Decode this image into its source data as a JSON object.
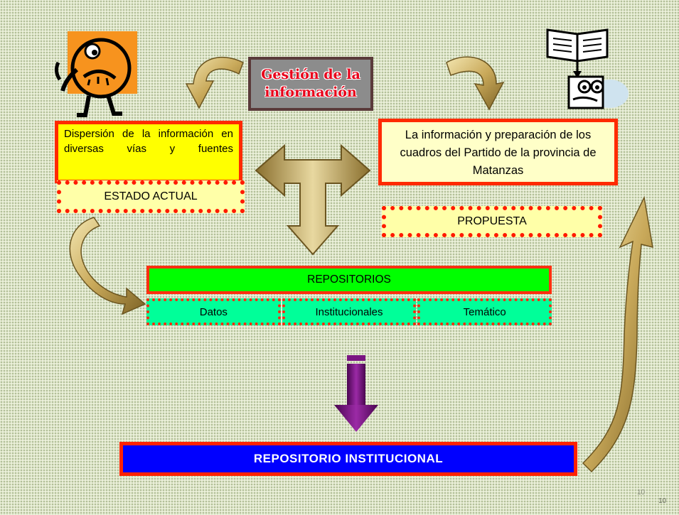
{
  "title": "Gestión de la\ninformación",
  "current_state": {
    "description": "Dispersión de la información en diversas vías y fuentes",
    "label": "ESTADO ACTUAL"
  },
  "proposal": {
    "description": "La información y preparación de los cuadros del Partido de la provincia de Matanzas",
    "label": "PROPUESTA"
  },
  "repositories": {
    "header": "REPOSITORIOS",
    "items": [
      "Datos",
      "Institucionales",
      "Temático"
    ]
  },
  "institutional_repository": "REPOSITORIO  INSTITUCIONAL",
  "page_numbers": [
    "10",
    "10"
  ],
  "colors": {
    "background": "#dfe6c9",
    "title_box": "#8c8c8c",
    "title_text": "#e8001a",
    "yellow_box": "#ffff00",
    "light_yellow_box": "#ffffc8",
    "red_border": "#ff2a00",
    "repo_header": "#00ff00",
    "repo_cells": "#00ff99",
    "institutional_box": "#0000ff",
    "arrow_gold": "#b59a4a",
    "arrow_purple": "#6e0a78"
  }
}
